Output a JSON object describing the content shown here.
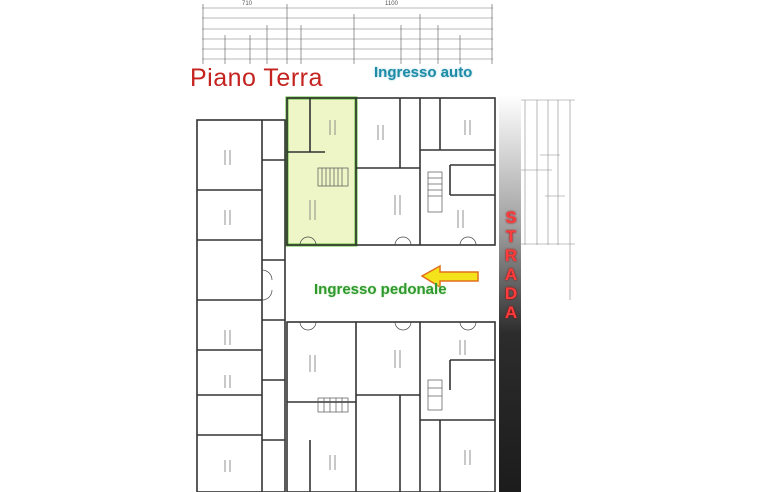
{
  "plan": {
    "title": "Piano Terra",
    "labels": {
      "car_entrance": "Ingresso auto",
      "pedestrian_entrance": "Ingresso pedonale",
      "street": "STRADA"
    },
    "dimensions": {
      "top_total_left": "710",
      "top_total_right": "1100"
    },
    "colors": {
      "title": "#c4231f",
      "car_entrance": "#1d8ca6",
      "pedestrian_entrance": "#2e9a2e",
      "highlight_fill": "#eef5c6",
      "highlight_border": "#5dbb3a",
      "arrow": "#f4e21a",
      "street": "#2a2a2a"
    },
    "icons": {
      "entrance_arrow": "arrow-left-icon"
    }
  }
}
